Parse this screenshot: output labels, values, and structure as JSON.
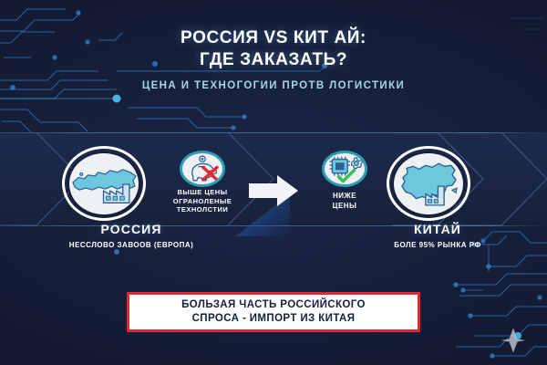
{
  "header": {
    "title_line1": "РОССИЯ VS КИТ АЙ:",
    "title_line2": "ГДЕ ЗАКАЗАТЬ?",
    "subtitle": "ЦЕНА И ТЕХНОГОГИИ ПРОТВ ЛОГИСТИКИ"
  },
  "comparison": {
    "left": {
      "badge_icon": "russia-map-factory-icon",
      "name": "РОССИЯ",
      "detail": "НЕССЛОВО ЗАВООВ (ЕВРОПА)"
    },
    "right": {
      "badge_icon": "china-map-factory-icon",
      "name": "КИТАЙ",
      "detail": "БОЛЕ 95% РЫНКА РФ"
    },
    "feature_left": {
      "badge_icon": "piggy-bank-crossed-out-icon",
      "caption_line1": "ВЫШЕ ЦЕНЫ",
      "caption_line2": "ОГРАНОЛЕНЫЕ",
      "caption_line3": "ТЕХНОЛСТИИ"
    },
    "feature_right": {
      "badge_icon": "microchip-gear-check-icon",
      "caption_line1": "НИЖЕ",
      "caption_line2": "ЦЕНЫ"
    },
    "arrow_icon": "right-arrow-icon"
  },
  "banner": {
    "line1": "БОЛЬЗАЯ ЧАСТЬ РОССИЙСКОГО",
    "line2": "СПРОСА - ИМПОРТ ИЗ КИТАЯ"
  },
  "decor": {
    "circuit_icon": "circuit-board-pattern",
    "diamond_icon": "diamond-shape-icon"
  },
  "colors": {
    "background": "#16203b",
    "band": "#1d2a4d",
    "accent_cyan": "#a5d6e3",
    "map_fill": "#6ec8dd",
    "alert_red": "#e8262f",
    "check_green": "#3fbf4f",
    "white": "#ffffff"
  }
}
